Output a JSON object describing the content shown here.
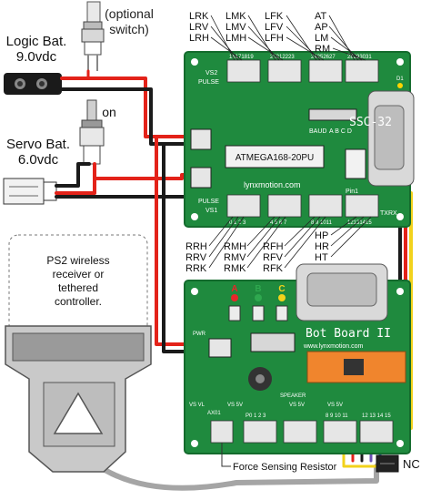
{
  "labels": {
    "optional_switch_line1": "(optional",
    "optional_switch_line2": "switch)",
    "logic_bat_line1": "Logic Bat.",
    "logic_bat_line2": "9.0vdc",
    "on": "on",
    "servo_bat_line1": "Servo Bat.",
    "servo_bat_line2": "6.0vdc",
    "ps2_line1": "PS2 wireless",
    "ps2_line2": "receiver or",
    "ps2_line3": "tethered",
    "ps2_line4": "controller.",
    "force_sensing_resistor": "Force Sensing Resistor",
    "nc": "NC"
  },
  "servo_labels": {
    "top_col1": [
      "LRK",
      "LRV",
      "LRH"
    ],
    "top_col2": [
      "LMK",
      "LMV",
      "LMH"
    ],
    "top_col3": [
      "LFK",
      "LFV",
      "LFH"
    ],
    "top_col4": [
      "AT",
      "AP",
      "LM",
      "RM"
    ],
    "bottom_col1": [
      "RRH",
      "RRV",
      "RRK"
    ],
    "bottom_col2": [
      "RMH",
      "RMV",
      "RMK"
    ],
    "bottom_col3": [
      "RFH",
      "RFV",
      "RFK"
    ],
    "bottom_col4": [
      "HP",
      "HR",
      "HT"
    ]
  },
  "ssc32": {
    "name": "SSC-32",
    "chip": "ATMEGA168-20PU",
    "website": "lynxmotion.com",
    "vs2": "VS2",
    "pulse": "PULSE",
    "vs1": "VS1",
    "baud": "BAUD",
    "abcd": "A B C D",
    "pin1": "Pin1",
    "txrx": "TXRX",
    "d1": "D1",
    "top_headers": [
      "16171819",
      "20212223",
      "24252627",
      "28293031"
    ],
    "bottom_headers": [
      "0 1 2 3",
      "4 5 6 7",
      "8 9 1011",
      "12131415"
    ]
  },
  "botboard": {
    "name": "Bot Board II",
    "website": "www.lynxmotion.com",
    "led_a": "A",
    "led_b": "B",
    "led_c": "C",
    "pwr": "PWR",
    "speaker": "SPEAKER",
    "header_labels": [
      "VS VL",
      "AX01",
      "VS  5V",
      "P0 1 2 3",
      "VS  5V",
      "8 9 10 11",
      "VS  5V",
      "12 13 14 15"
    ]
  },
  "colors": {
    "board_green": "#1f8a3e",
    "board_edge": "#146b2d",
    "wire_red": "#e32219",
    "wire_black": "#1a1a1a",
    "led_red": "#e8262a",
    "led_green": "#2fa84f",
    "led_yellow": "#f2d21b",
    "module_orange": "#f0852d"
  }
}
